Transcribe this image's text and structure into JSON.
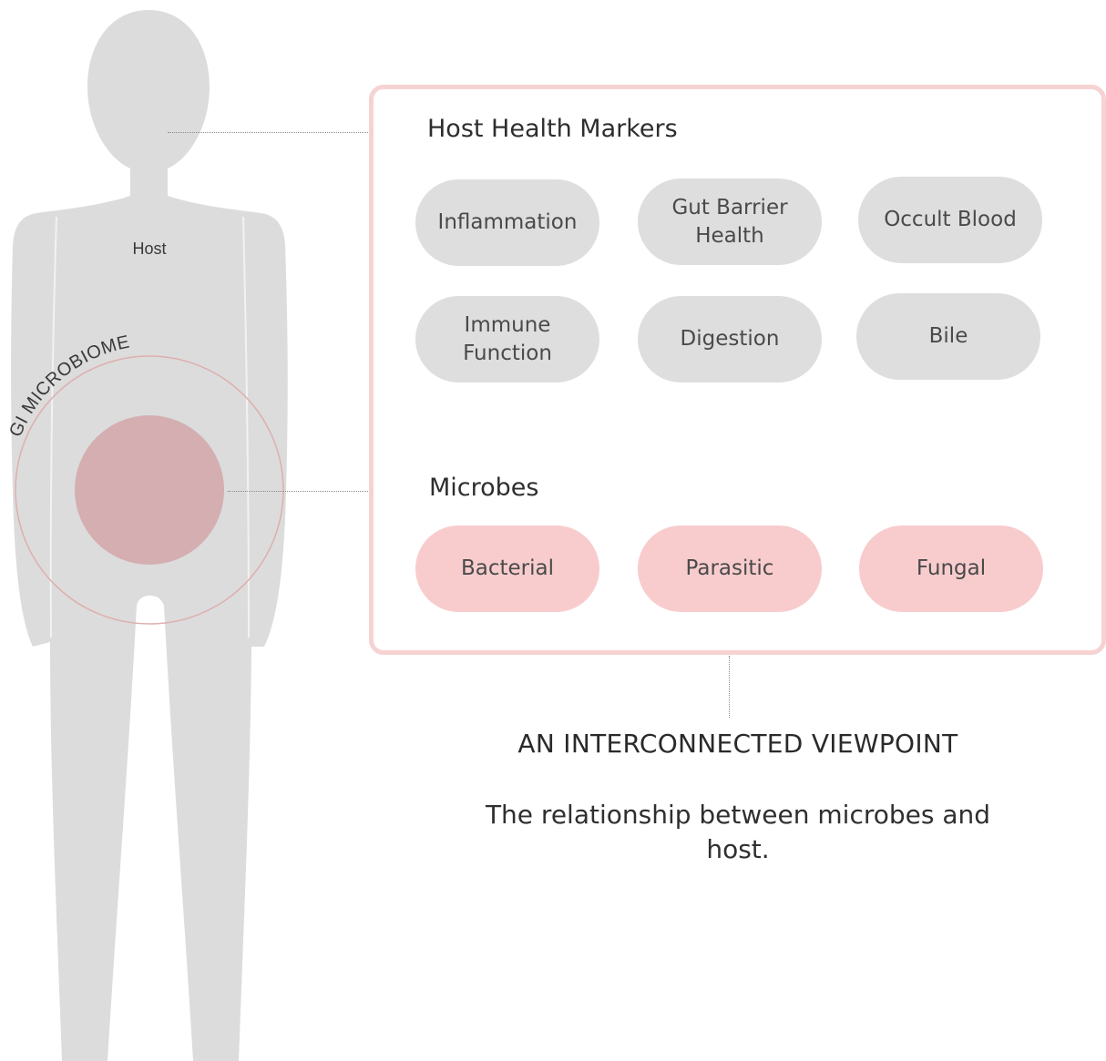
{
  "figure": {
    "host_label": "Host",
    "microbiome_label": "GI MICROBIOME"
  },
  "panel": {
    "host_section_title": "Host Health Markers",
    "host_markers": [
      {
        "label": "Inflammation"
      },
      {
        "label": "Gut Barrier Health"
      },
      {
        "label": "Occult Blood"
      },
      {
        "label": "Immune Function"
      },
      {
        "label": "Digestion"
      },
      {
        "label": "Bile"
      }
    ],
    "microbes_section_title": "Microbes",
    "microbes": [
      {
        "label": "Bacterial"
      },
      {
        "label": "Parasitic"
      },
      {
        "label": "Fungal"
      }
    ]
  },
  "viewpoint": {
    "title": "AN INTERCONNECTED VIEWPOINT",
    "description": "The relationship between microbes and host."
  },
  "colors": {
    "body_silhouette": "#dcdcdc",
    "host_pill": "#dedede",
    "microbe_pill": "#f8cccd",
    "panel_border": "#f7d2d3",
    "gut_core": "#d4aeb0",
    "microbiome_ring": "#dfaeae"
  }
}
